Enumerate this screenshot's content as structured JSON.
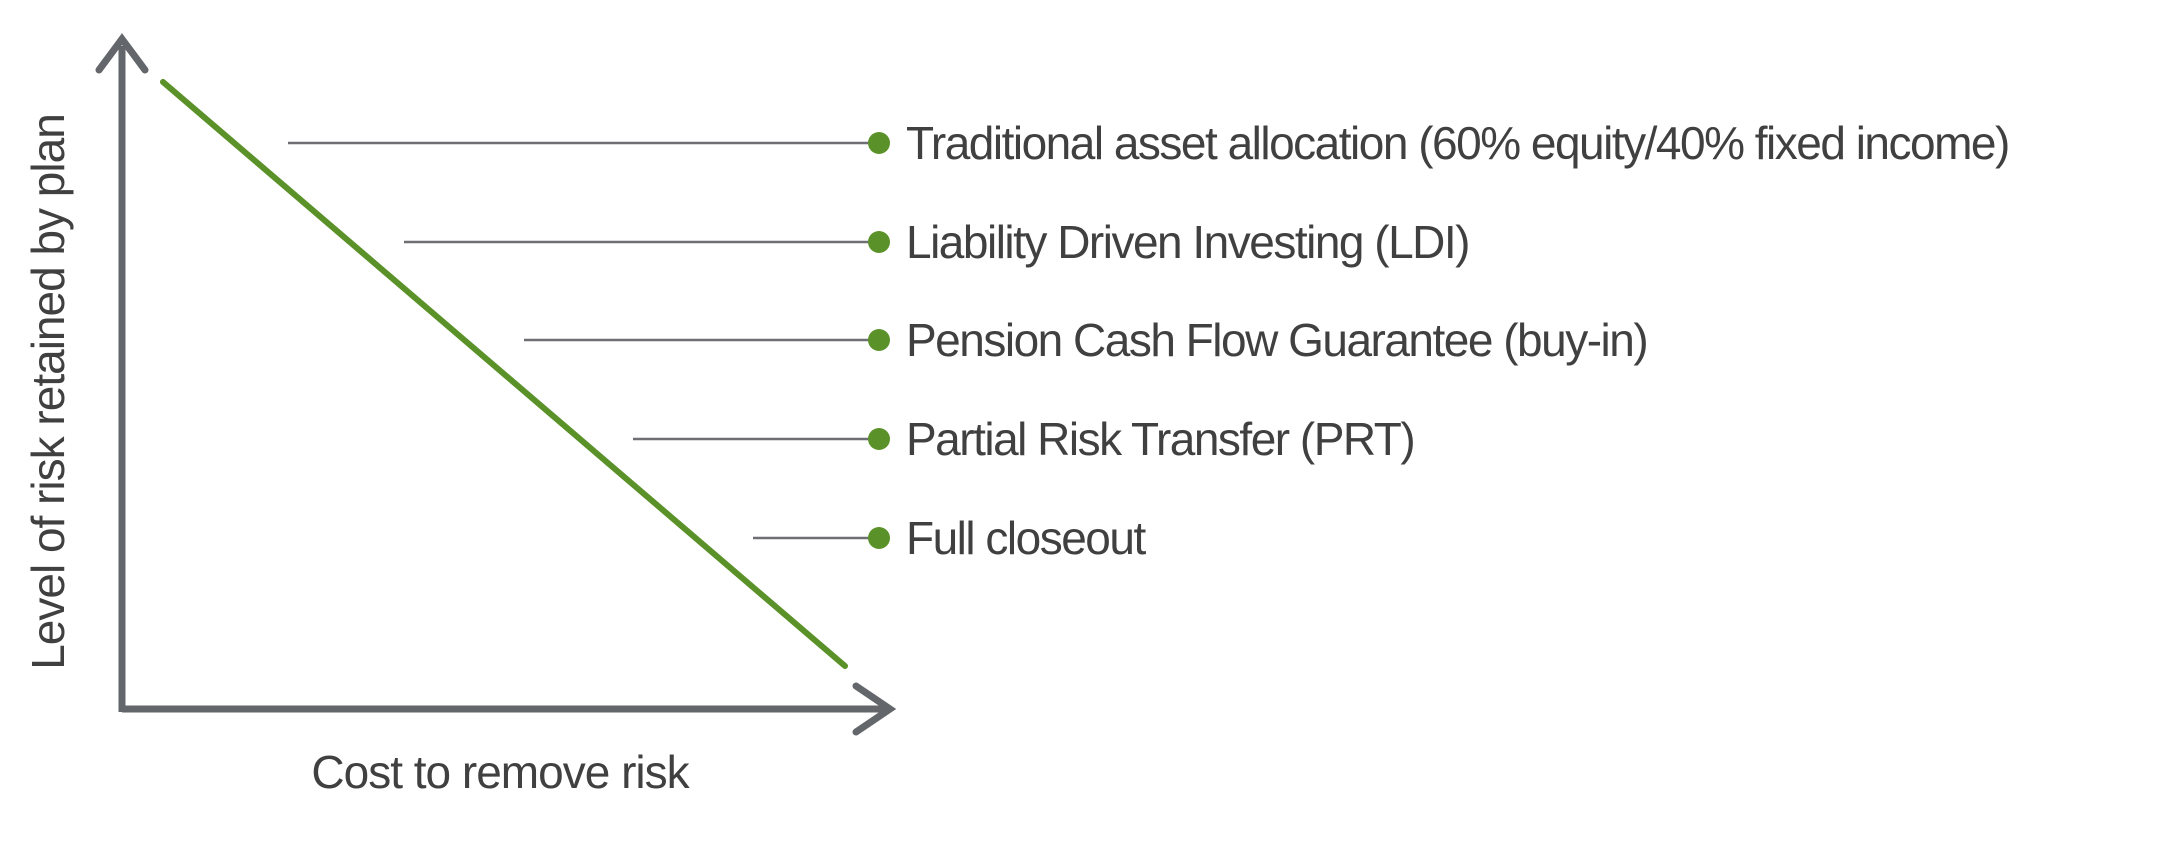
{
  "chart_data": {
    "type": "line",
    "title": "",
    "xlabel": "Cost to remove risk",
    "ylabel": "Level of risk retained by plan",
    "axes": {
      "x_arrow": true,
      "y_arrow": true,
      "ticks": false,
      "grid": false,
      "numeric_scale": false
    },
    "trend_line": {
      "description": "Single downward-sloping straight line: as cost to remove risk increases, level of risk retained by plan decreases",
      "points_relative": [
        {
          "cost": 0.05,
          "risk": 1.0
        },
        {
          "cost": 0.95,
          "risk": 0.07
        }
      ]
    },
    "items": [
      {
        "label": "Traditional asset allocation (60% equity/40% fixed income)",
        "risk_retained_relative": 0.9,
        "cost_to_remove_relative": 0.1
      },
      {
        "label": "Liability Driven Investing (LDI)",
        "risk_retained_relative": 0.73,
        "cost_to_remove_relative": 0.27
      },
      {
        "label": "Pension Cash Flow Guarantee (buy-in)",
        "risk_retained_relative": 0.56,
        "cost_to_remove_relative": 0.44
      },
      {
        "label": "Partial Risk Transfer (PRT)",
        "risk_retained_relative": 0.39,
        "cost_to_remove_relative": 0.61
      },
      {
        "label": "Full closeout",
        "risk_retained_relative": 0.22,
        "cost_to_remove_relative": 0.78
      }
    ],
    "legend_position": "callout labels right of line",
    "colors": {
      "trend_line_green": "#5a9128",
      "marker_green": "#5a9128",
      "axis_gray": "#63666a",
      "callout_gray": "#6e6f72",
      "text_dark": "#404041"
    }
  }
}
